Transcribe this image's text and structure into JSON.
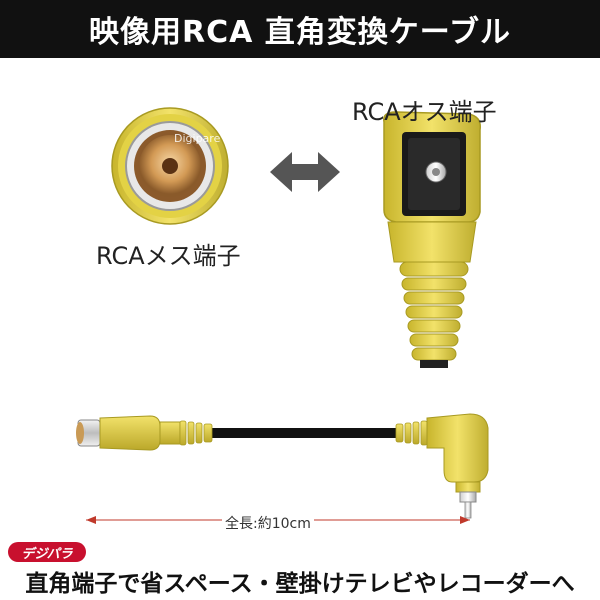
{
  "header": {
    "title": "映像用RCA 直角変換ケーブル"
  },
  "labels": {
    "male_connector": "RCAオス端子",
    "female_connector": "RCAメス端子",
    "watermark": "Digipare",
    "length": "全長:約10cm"
  },
  "brand": {
    "badge": "デジパラ"
  },
  "footer": {
    "text": "直角端子で省スペース・壁掛けテレビやレコーダーへ"
  },
  "icons": {
    "swap": "double-arrow-icon",
    "dimension": "dimension-arrow-icon"
  },
  "colors": {
    "header_bg": "#111111",
    "connector_yellow": "#e9d94a",
    "badge_red": "#c8102e"
  }
}
